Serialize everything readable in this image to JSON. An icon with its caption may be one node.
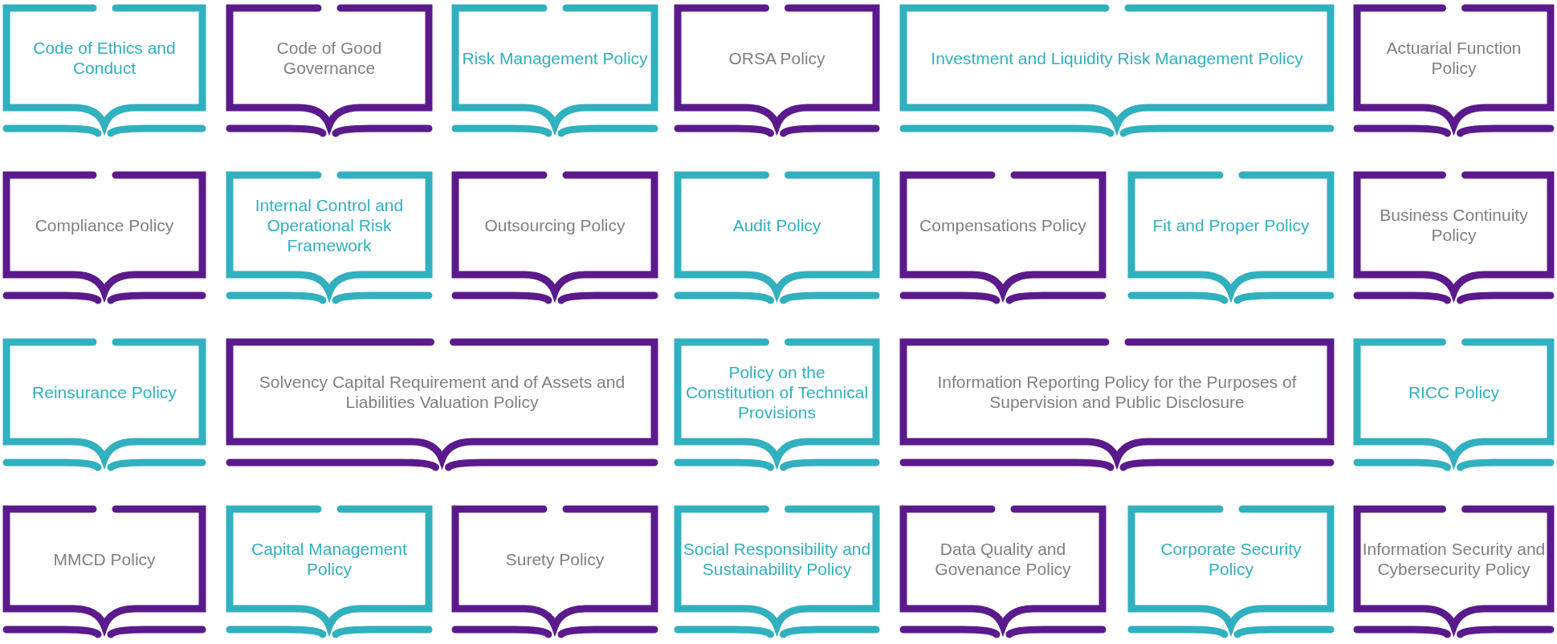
{
  "diagram": {
    "nodes": [
      {
        "text": [
          "Code of Ethics and Conduct"
        ]
      },
      {
        "text": [
          "Code of Good Governance"
        ]
      },
      {
        "text": [
          "Risk Management Policy"
        ]
      },
      {
        "text": [
          "ORSA Policy"
        ]
      },
      {
        "text": [
          "Investment and Liquidity Risk Management Policy"
        ]
      },
      {
        "text": [
          "Actuarial Function Policy"
        ]
      },
      {
        "text": [
          "Compliance Policy"
        ]
      },
      {
        "text": [
          "Internal Control and Operational Risk Framework"
        ]
      },
      {
        "text": [
          "Outsourcing Policy"
        ]
      },
      {
        "text": [
          "Audit Policy"
        ]
      },
      {
        "text": [
          "Compensations Policy"
        ]
      },
      {
        "text": [
          "Fit and Proper Policy"
        ]
      },
      {
        "text": [
          "Business Continuity Policy"
        ]
      },
      {
        "text": [
          "Reinsurance Policy"
        ]
      },
      {
        "text": [
          "Solvency Capital Requirement and of Assets and Liabilities Valuation Policy"
        ]
      },
      {
        "text": [
          "Policy on the Constitution of Technical Provisions"
        ]
      },
      {
        "text": [
          "Information Reporting Policy for the Purposes of Supervision and Public Disclosure"
        ]
      },
      {
        "text": [
          "RICC Policy"
        ]
      },
      {
        "text": [
          "MMCD Policy"
        ]
      },
      {
        "text": [
          "Capital Management Policy"
        ]
      },
      {
        "text": [
          "Surety Policy"
        ]
      },
      {
        "text": [
          "Social Responsibility and Sustainability Policy"
        ]
      },
      {
        "text": [
          "Data Quality and Govenance Policy"
        ]
      },
      {
        "text": [
          "Corporate Security Policy"
        ]
      },
      {
        "text": [
          "Information Security and Cybersecurity Policy"
        ]
      }
    ]
  }
}
